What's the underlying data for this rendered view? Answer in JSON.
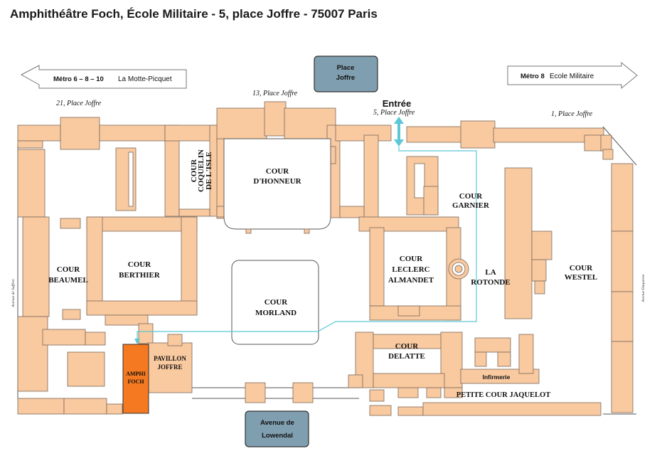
{
  "title": "Amphithéâtre Foch, École Militaire - 5, place Joffre - 75007 Paris",
  "metro_left": {
    "line": "Métro 6 –  8 – 10",
    "station": "La Motte-Picquet"
  },
  "metro_right": {
    "line": "Métro 8",
    "station": "Ecole Militaire"
  },
  "place_joffre": [
    "Place",
    "Joffre"
  ],
  "avenue_lowendal": [
    "Avenue de",
    "Lowendal"
  ],
  "entree": "Entrée",
  "addresses": {
    "a21": "21, Place Joffre",
    "a13": "13, Place Joffre",
    "a5": "5, Place Joffre",
    "a1": "1, Place Joffre"
  },
  "streets": {
    "suffren": "Avenue de Suffren",
    "duquesne": "Avenue Duquesne"
  },
  "courts": {
    "coquelin": [
      "COUR",
      "COQUELIN",
      "DE L'ISLE"
    ],
    "honneur": [
      "COUR",
      "D'HONNEUR"
    ],
    "garnier": [
      "COUR",
      "GARNIER"
    ],
    "beaumel": [
      "COUR",
      "BEAUMEL"
    ],
    "berthier": [
      "COUR",
      "BERTHIER"
    ],
    "morland": [
      "COUR",
      "MORLAND"
    ],
    "leclerc": [
      "COUR",
      "LECLERC",
      "ALMANDET"
    ],
    "rotonde": [
      "LA",
      "ROTONDE"
    ],
    "westel": [
      "COUR",
      "WESTEL"
    ],
    "delatte": [
      "COUR",
      "DELATTE"
    ],
    "amphi": [
      "AMPHI",
      "FOCH"
    ],
    "pavillon": [
      "PAVILLON",
      "JOFFRE"
    ],
    "infirmerie": "Infirmerie",
    "jaquelot": "PETITE COUR JAQUELOT"
  },
  "colors": {
    "building": "#f9c9a0",
    "building_stroke": "#7a6a5a",
    "amphi": "#f47920",
    "route": "#5bc8d6",
    "place_box": "#7f9eaf"
  }
}
